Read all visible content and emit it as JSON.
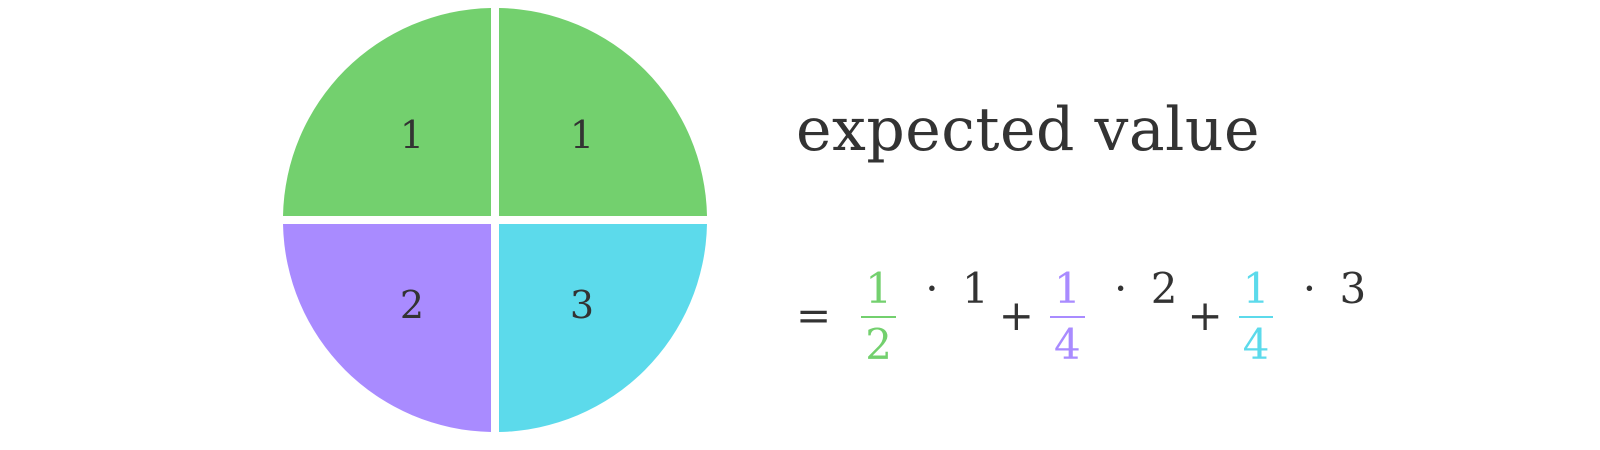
{
  "spinner": {
    "quadrants": [
      {
        "position": "top-left",
        "label": "1",
        "color": "#73d06e"
      },
      {
        "position": "top-right",
        "label": "1",
        "color": "#73d06e"
      },
      {
        "position": "bottom-left",
        "label": "2",
        "color": "#a98bff"
      },
      {
        "position": "bottom-right",
        "label": "3",
        "color": "#5cdaeb"
      }
    ]
  },
  "title": "expected value",
  "equation": {
    "equals": "=",
    "terms": [
      {
        "numerator": "1",
        "denominator": "2",
        "color": "#73d06e",
        "times": "·",
        "value": "1"
      },
      {
        "plus": "+",
        "numerator": "1",
        "denominator": "4",
        "color": "#a98bff",
        "times": "·",
        "value": "2"
      },
      {
        "plus": "+",
        "numerator": "1",
        "denominator": "4",
        "color": "#5cdaeb",
        "times": "·",
        "value": "3"
      }
    ]
  }
}
